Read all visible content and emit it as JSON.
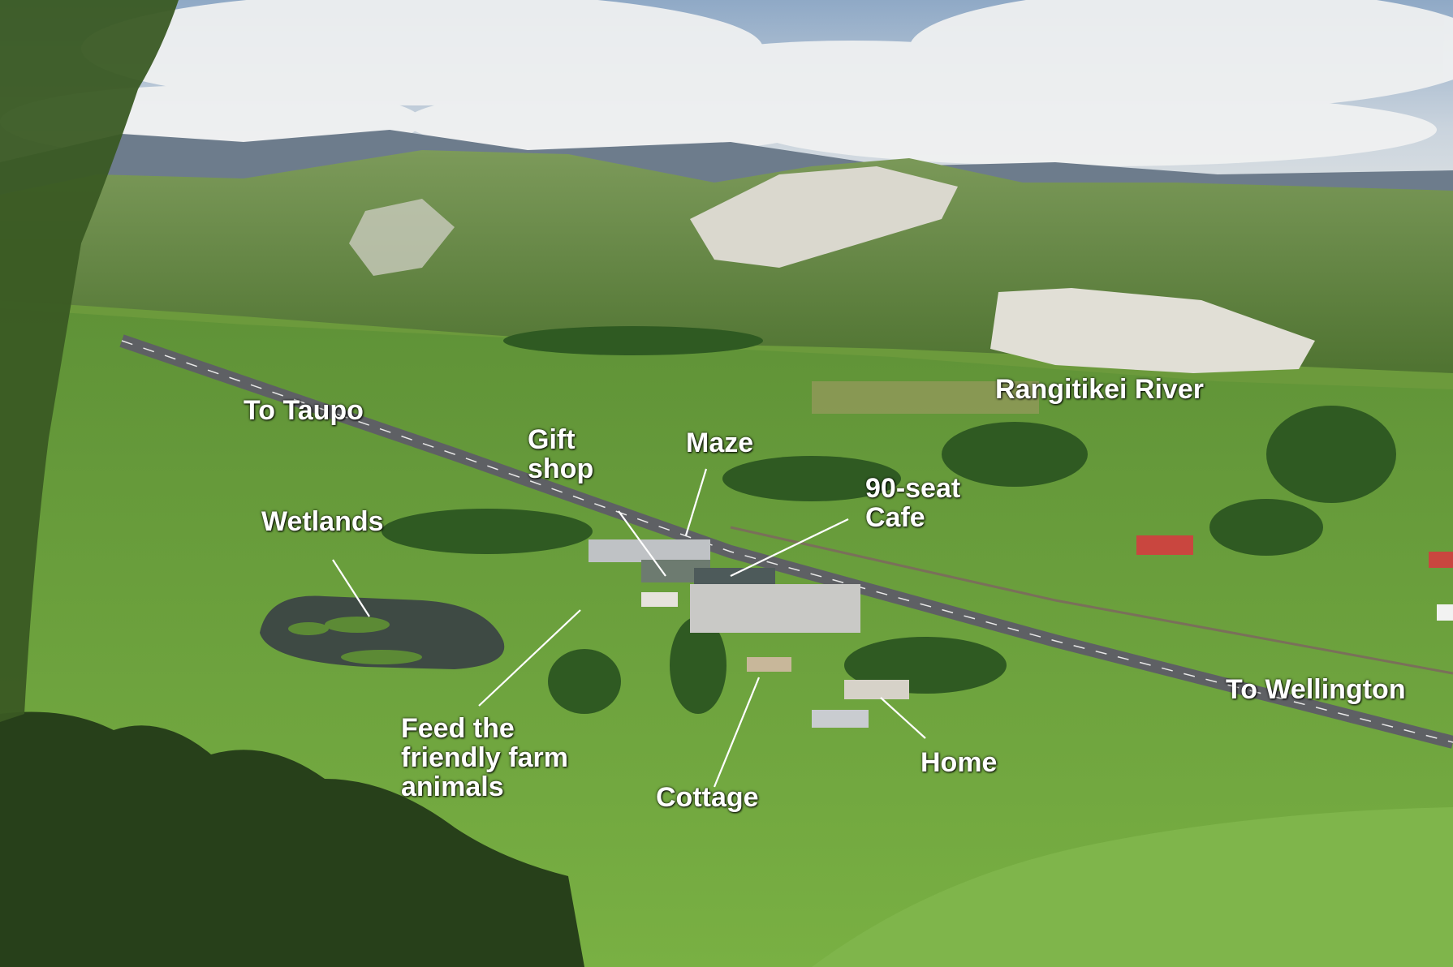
{
  "photo": {
    "sky_color": "#b9c7d6",
    "pasture_color": "#6fa33d",
    "bluff_color": "#d9d7cc"
  },
  "labels": {
    "to_taupo": "To Taupo",
    "rangitikei_river": "Rangitikei River",
    "gift_shop": [
      "Gift",
      "shop"
    ],
    "maze": "Maze",
    "cafe": [
      "90-seat",
      "Cafe"
    ],
    "wetlands": "Wetlands",
    "to_wellington": "To Wellington",
    "feed_animals": [
      "Feed the",
      "friendly farm",
      "animals"
    ],
    "home": "Home",
    "cottage": "Cottage"
  }
}
